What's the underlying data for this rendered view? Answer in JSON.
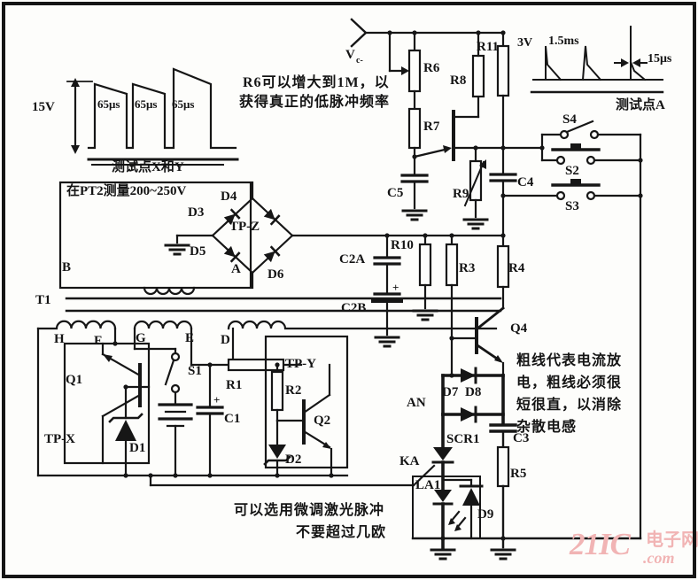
{
  "waveform_left": {
    "amplitude": "15V",
    "pulse_widths": [
      "65μs",
      "65μs",
      "65μs"
    ],
    "caption": "测试点X和Y"
  },
  "waveform_right": {
    "amplitude": "3V",
    "period": "1.5ms",
    "pulse_width": "15μs",
    "caption": "测试点A"
  },
  "notes": {
    "r6_note": [
      "R6可以增大到1M，以",
      "获得真正的低脉冲频率"
    ],
    "pt2_note": "在PT2测量200~250V",
    "thick_wire_note": [
      "粗线代表电流放",
      "电，粗线必须很",
      "短很直，以消除",
      "杂散电感"
    ],
    "laser_note": [
      "可以选用微调激光脉冲",
      "不要超过几欧"
    ]
  },
  "labels": {
    "t1": "T1",
    "h": "H",
    "f": "F",
    "g": "G",
    "e": "E",
    "d": "D",
    "b": "B",
    "a": "A",
    "q1": "Q1",
    "tp_x": "TP-X",
    "d1": "D1",
    "s1": "S1",
    "r1": "R1",
    "c1": "C1",
    "c1_plus": "+",
    "r2": "R2",
    "tp_y": "TP-Y",
    "q2": "Q2",
    "d2": "D2",
    "d3": "D3",
    "d4": "D4",
    "d5": "D5",
    "d6": "D6",
    "tp_z": "TP-Z",
    "c2a": "C2A",
    "c2b": "C2B",
    "c2b_plus": "+",
    "r10": "R10",
    "r3": "R3",
    "r4": "R4",
    "vcc_main": "V",
    "vcc_sub": "c-",
    "r6": "R6",
    "r7": "R7",
    "r8": "R8",
    "r9": "R9",
    "r11": "R11",
    "c5": "C5",
    "c4": "C4",
    "s2": "S2",
    "s3": "S3",
    "s4": "S4",
    "q4": "Q4",
    "an": "AN",
    "d7": "D7",
    "d8": "D8",
    "scr1": "SCR1",
    "ka": "KA",
    "la1": "LA1",
    "d9": "D9",
    "c3": "C3",
    "r5": "R5"
  },
  "watermark": {
    "brand": "21IC",
    "site_name": "电子网",
    "domain": ".com",
    "color": "#f1b4b4"
  },
  "colors": {
    "ink": "#161616",
    "background": "#fdfdfb"
  }
}
